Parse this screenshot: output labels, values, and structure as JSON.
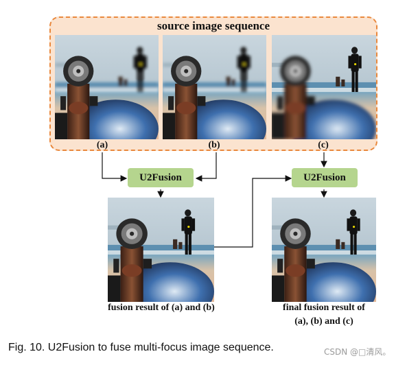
{
  "source_title": "source image sequence",
  "source_labels": [
    "(a)",
    "(b)",
    "(c)"
  ],
  "fusion_box_label": "U2Fusion",
  "fusion_result_caption": "fusion result of (a) and (b)",
  "final_result_caption_line1": "final fusion result of",
  "final_result_caption_line2": "(a), (b) and (c)",
  "figure_caption": "Fig. 10. U2Fusion to fuse multi-focus image sequence.",
  "watermark": "CSDN @□清风。",
  "colors": {
    "frame_fill": "#fbe3cf",
    "frame_border": "#e9883c",
    "box_fill": "#b5d58e"
  }
}
